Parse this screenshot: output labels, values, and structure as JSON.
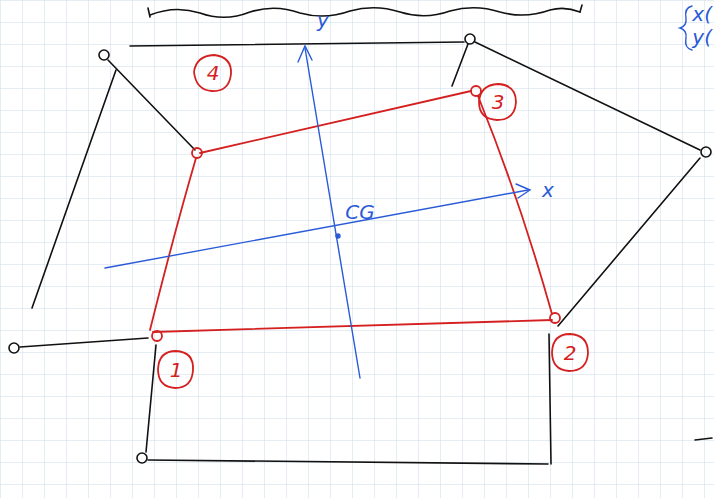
{
  "diagram": {
    "labels": [
      "4",
      "3",
      "1",
      "2",
      "y",
      "x",
      "CG",
      "x(",
      "y("
    ]
  }
}
